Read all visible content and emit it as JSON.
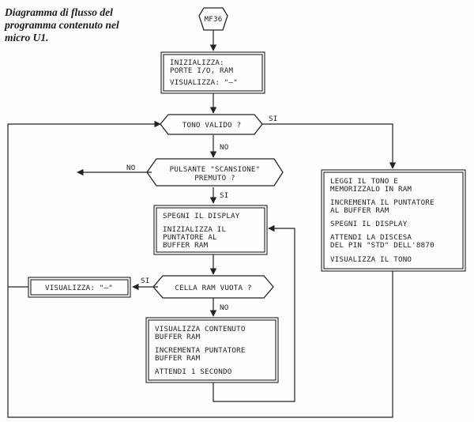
{
  "caption": {
    "lines": [
      "Diagramma di flusso del",
      "programma contenuto nel",
      "micro U1."
    ]
  },
  "nodes": {
    "start": "MF36",
    "init": [
      "INIZIALIZZA:",
      "PORTE I/O, RAM",
      "VISUALIZZA: \"–\""
    ],
    "tone_valid": "TONO VALIDO ?",
    "scan_button": [
      "PULSANTE \"SCANSIONE\"",
      "PREMUTO ?"
    ],
    "display_off_init": [
      "SPEGNI IL DISPLAY",
      "INIZIALIZZA IL",
      "PUNTATORE AL",
      "BUFFER RAM"
    ],
    "cell_empty": "CELLA RAM VUOTA ?",
    "show_dash": "VISUALIZZA: \"–\"",
    "show_buffer": [
      "VISUALIZZA CONTENUTO",
      "BUFFER RAM",
      "INCREMENTA PUNTATORE",
      "BUFFER RAM",
      "ATTENDI 1 SECONDO"
    ],
    "read_tone": [
      "LEGGI IL TONO E",
      "MEMORIZZALO IN RAM",
      "INCREMENTA IL PUNTATORE",
      "AL BUFFER RAM",
      "SPEGNI IL DISPLAY",
      "ATTENDI LA DISCESA",
      "DEL PIN \"STD\" DELL'8870",
      "VISUALIZZA IL TONO"
    ]
  },
  "branch_labels": {
    "tone_yes": "SI",
    "tone_no": "NO",
    "scan_no": "NO",
    "scan_yes": "SI",
    "cell_yes": "SI",
    "cell_no": "NO"
  }
}
